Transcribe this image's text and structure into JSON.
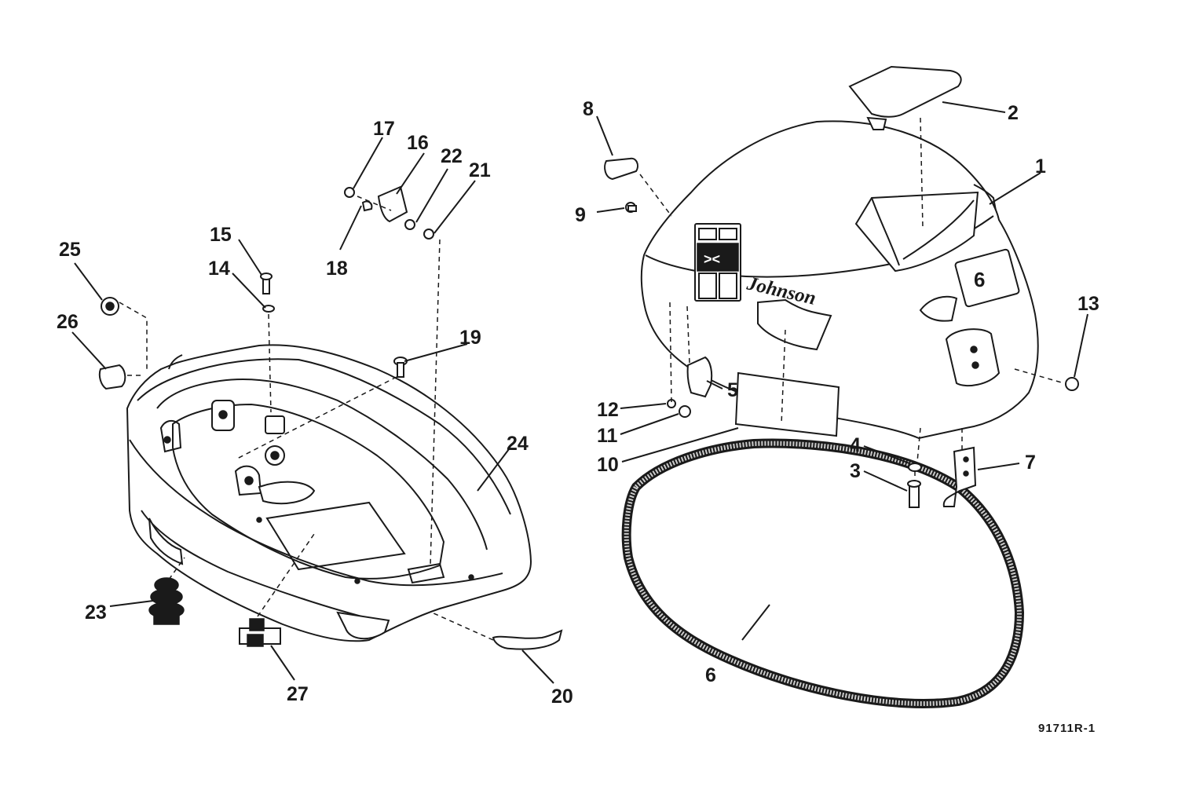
{
  "diagram": {
    "brand_text": "Johnson",
    "model_badge": "6",
    "reference_code": "91711R-1",
    "callouts": [
      "1",
      "2",
      "3",
      "4",
      "5",
      "6",
      "7",
      "8",
      "9",
      "10",
      "11",
      "12",
      "13",
      "14",
      "15",
      "16",
      "17",
      "18",
      "19",
      "20",
      "21",
      "22",
      "23",
      "24",
      "25",
      "26",
      "27"
    ]
  }
}
